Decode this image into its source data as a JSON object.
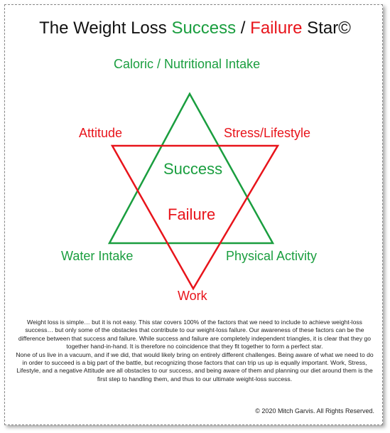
{
  "title": {
    "part1": "The Weight Loss ",
    "success": "Success",
    "separator": " / ",
    "failure": "Failure",
    "part2": " Star©"
  },
  "labels": {
    "caloric": "Caloric / Nutritional Intake",
    "attitude": "Attitude",
    "stress": "Stress/Lifestyle",
    "success": "Success",
    "failure": "Failure",
    "water": "Water Intake",
    "physical": "Physical Activity",
    "work": "Work"
  },
  "description": {
    "p1": "Weight loss is simple… but it is not easy.  This star covers 100% of the factors that we need to include to achieve weight-loss success… but only some of the obstacles that contribute to our weight-loss failure. Our awareness of these factors can be the difference between that success and failure.  While success and failure are completely independent triangles, it is clear that they go together hand-in-hand.  It is therefore no coincidence that they fit together to form a perfect star.",
    "p2": "None of us live in a vacuum, and if we did, that would likely bring on entirely different challenges.  Being aware of what we need to do in order to succeed is a big part of the battle, but recognizing those factors that can trip us up is equally important.  Work, Stress, Lifestyle, and a negative Attitude are all obstacles to our success, and being aware of them and planning our diet around them is the first step to handling them, and thus to our ultimate weight-loss success."
  },
  "copyright": "© 2020 Mitch Garvis.  All Rights Reserved.",
  "colors": {
    "success": "#1a9e3f",
    "failure": "#e8141b"
  }
}
